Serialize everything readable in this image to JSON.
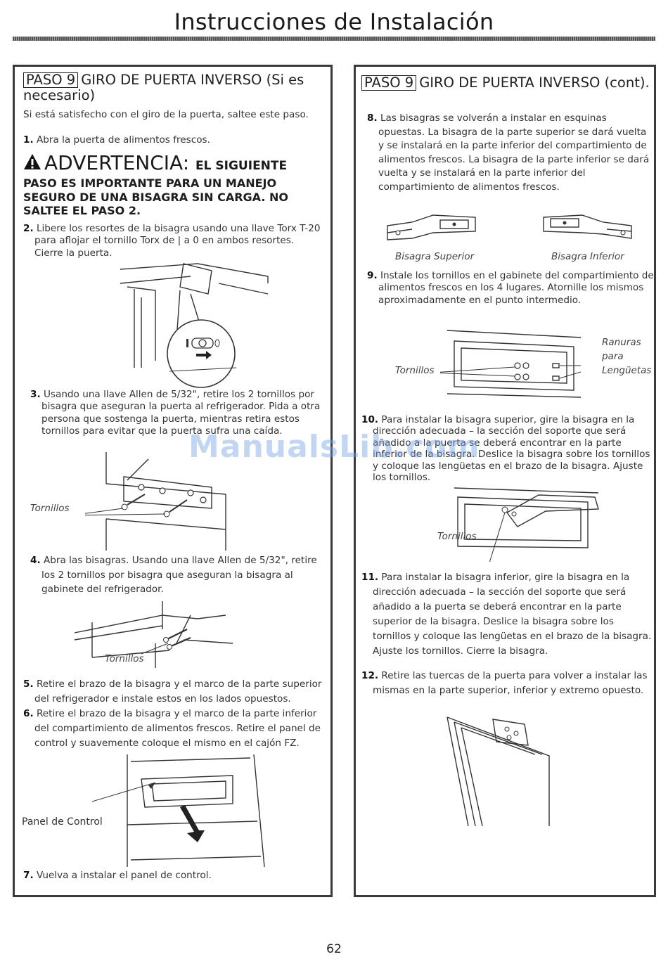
{
  "page": {
    "title": "Instrucciones de Instalación",
    "page_number": "62",
    "watermark": "ManualsLib.com"
  },
  "left": {
    "paso_label": "PASO 9",
    "heading": "GIRO DE PUERTA INVERSO (Si es necesario)",
    "intro": "Si está satisfecho con el giro de la puerta, saltee este paso.",
    "step1_num": "1.",
    "step1": "Abra la puerta de alimentos frescos.",
    "warning_title": "ADVERTENCIA:",
    "warning_small": "EL SIGUIENTE",
    "warning_body": "PASO ES IMPORTANTE PARA UN MANEJO SEGURO DE UNA BISAGRA SIN CARGA. NO SALTEE EL PASO 2.",
    "step2_num": "2.",
    "step2": "Libere los resortes de la bisagra usando una llave Torx T-20 para aflojar el tornillo Torx de | a 0 en ambos resortes. Cierre la puerta.",
    "step3_num": "3.",
    "step3": "Usando una llave Allen de 5/32\", retire los 2 tornillos por bisagra que aseguran la puerta al refrigerador. Pida a otra persona que sostenga la puerta, mientras retira estos tornillos para evitar que la puerta sufra una caída.",
    "fig3_label": "Tornillos",
    "step4_num": "4.",
    "step4": "Abra las bisagras. Usando una llave Allen de 5/32\", retire los 2 tornillos por bisagra que aseguran la bisagra al gabinete del refrigerador.",
    "fig4_label": "Tornillos",
    "step5_num": "5.",
    "step5": "Retire el brazo de la bisagra y el marco de la parte superior del refrigerador e instale estos en los lados opuestos.",
    "step6_num": "6.",
    "step6": "Retire el brazo de la bisagra y el marco de la parte inferior del compartimiento de alimentos frescos. Retire el panel de control y suavemente coloque el mismo en el cajón FZ.",
    "fig6_label": "Panel de Control",
    "step7_num": "7.",
    "step7": "Vuelva a instalar el panel de control."
  },
  "right": {
    "paso_label": "PASO 9",
    "heading": "GIRO DE PUERTA INVERSO (cont).",
    "step8_num": "8.",
    "step8": "Las bisagras se volverán a instalar en esquinas opuestas. La bisagra de la parte superior se dará vuelta y se instalará en la parte inferior del compartimiento de alimentos frescos. La bisagra de la parte inferior se dará vuelta y se instalará en la parte inferior del compartimiento de alimentos frescos.",
    "fig8_label_a": "Bisagra Superior",
    "fig8_label_b": "Bisagra Inferior",
    "step9_num": "9.",
    "step9": "Instale los tornillos en el gabinete del compartimiento de alimentos frescos en los 4 lugares. Atornille los mismos aproximadamente en el punto intermedio.",
    "fig9_label_a": "Tornillos",
    "fig9_label_b": "Ranuras para Lengüetas",
    "step10_num": "10.",
    "step10": "Para instalar la bisagra superior, gire la bisagra en la dirección adecuada – la sección del soporte que será añadido a la puerta se deberá encontrar en la parte inferior de la bisagra. Deslice la bisagra sobre los tornillos y coloque las lengüetas en el brazo de la bisagra. Ajuste los tornillos.",
    "fig10_label": "Tornillos",
    "step11_num": "11.",
    "step11": "Para instalar la bisagra inferior, gire la bisagra en la dirección adecuada – la sección del soporte que será añadido a la puerta se deberá encontrar en la parte superior de la bisagra. Deslice la bisagra sobre los tornillos y coloque las lengüetas en el brazo de la bisagra. Ajuste los tornillos. Cierre la bisagra.",
    "step12_num": "12.",
    "step12": "Retire las tuercas de la puerta para volver a instalar las mismas en la parte superior, inferior y extremo opuesto."
  },
  "colors": {
    "ink": "#2a2a2a",
    "border": "#3a3a3a",
    "watermark": "#78a5e6"
  }
}
